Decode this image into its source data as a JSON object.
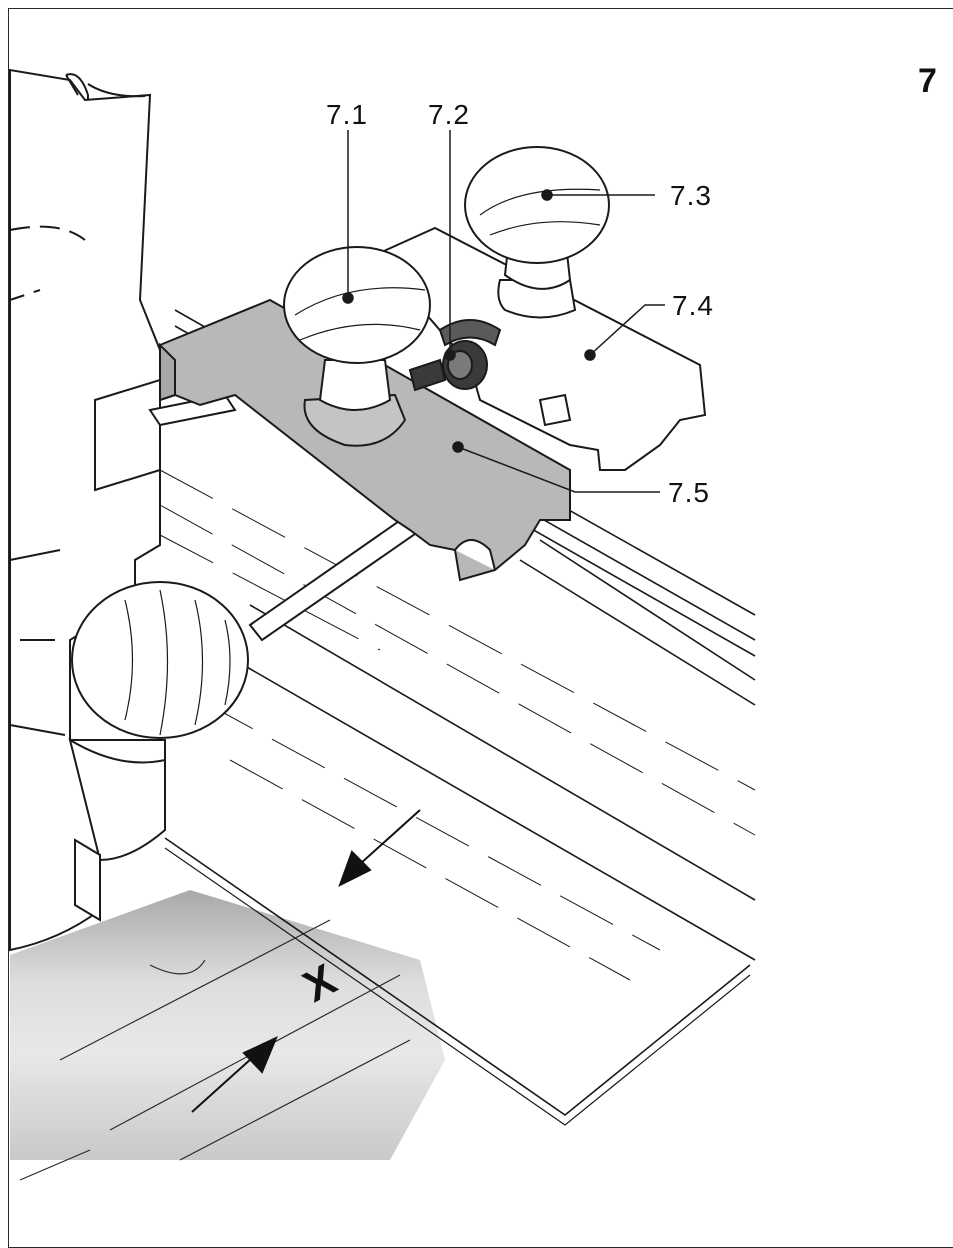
{
  "figure_number": "7",
  "labels": {
    "l71": "7.1",
    "l72": "7.2",
    "l73": "7.3",
    "l74": "7.4",
    "l75": "7.5"
  },
  "dimension_marker": "X",
  "colors": {
    "line": "#1a1a1a",
    "gray_part": "#b8b8b8",
    "workpiece": "#d8d8d8",
    "background": "#ffffff"
  }
}
